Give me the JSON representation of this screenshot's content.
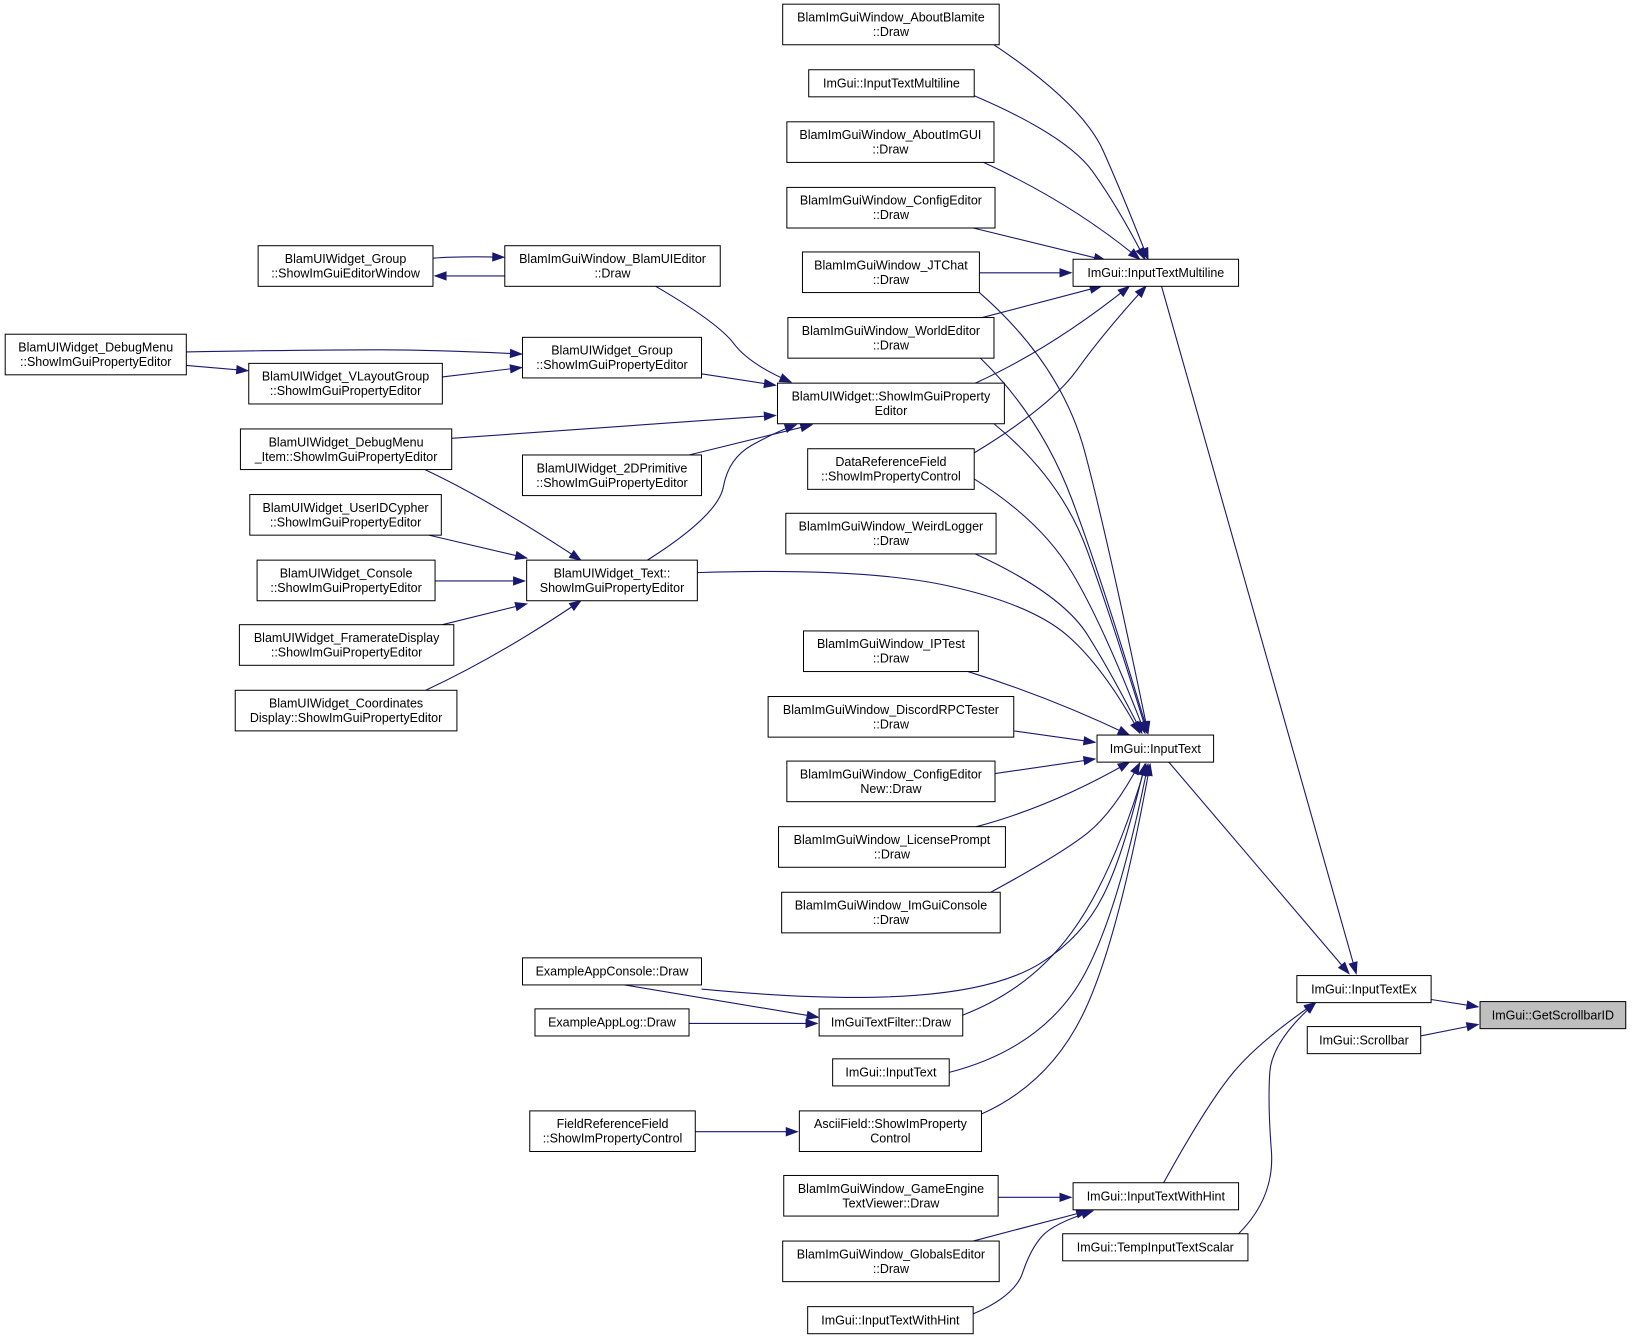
{
  "graph": {
    "kind": "caller graph",
    "edge_color": "#191970",
    "focus_fill": "#bfbfbf",
    "nodes": [
      {
        "id": "getscrollbarid",
        "lines": [
          "ImGui::GetScrollbarID"
        ],
        "focus": true
      },
      {
        "id": "inputtextex",
        "lines": [
          "ImGui::InputTextEx"
        ]
      },
      {
        "id": "scrollbar",
        "lines": [
          "ImGui::Scrollbar"
        ]
      },
      {
        "id": "inputtextmultiline_hub",
        "lines": [
          "ImGui::InputTextMultiline"
        ]
      },
      {
        "id": "inputtext_hub",
        "lines": [
          "ImGui::InputText"
        ]
      },
      {
        "id": "inputtextwithhint_hub",
        "lines": [
          "ImGui::InputTextWithHint"
        ]
      },
      {
        "id": "tempinputtextscalar",
        "lines": [
          "ImGui::TempInputTextScalar"
        ]
      },
      {
        "id": "about_blamite",
        "lines": [
          "BlamImGuiWindow_AboutBlamite",
          "::Draw"
        ]
      },
      {
        "id": "inputtextmultiline_leaf",
        "lines": [
          "ImGui::InputTextMultiline"
        ]
      },
      {
        "id": "about_imgui",
        "lines": [
          "BlamImGuiWindow_AboutImGUI",
          "::Draw"
        ]
      },
      {
        "id": "config_editor",
        "lines": [
          "BlamImGuiWindow_ConfigEditor",
          "::Draw"
        ]
      },
      {
        "id": "jtchat",
        "lines": [
          "BlamImGuiWindow_JTChat",
          "::Draw"
        ]
      },
      {
        "id": "world_editor",
        "lines": [
          "BlamImGuiWindow_WorldEditor",
          "::Draw"
        ]
      },
      {
        "id": "uiwidget_showprop",
        "lines": [
          "BlamUIWidget::ShowImGuiProperty",
          "Editor"
        ]
      },
      {
        "id": "dataref_field",
        "lines": [
          "DataReferenceField",
          "::ShowImPropertyControl"
        ]
      },
      {
        "id": "weird_logger",
        "lines": [
          "BlamImGuiWindow_WeirdLogger",
          "::Draw"
        ]
      },
      {
        "id": "iptest",
        "lines": [
          "BlamImGuiWindow_IPTest",
          "::Draw"
        ]
      },
      {
        "id": "discord_rpc",
        "lines": [
          "BlamImGuiWindow_DiscordRPCTester",
          "::Draw"
        ]
      },
      {
        "id": "config_editor_new",
        "lines": [
          "BlamImGuiWindow_ConfigEditor",
          "New::Draw"
        ]
      },
      {
        "id": "license_prompt",
        "lines": [
          "BlamImGuiWindow_LicensePrompt",
          "::Draw"
        ]
      },
      {
        "id": "imgui_console",
        "lines": [
          "BlamImGuiWindow_ImGuiConsole",
          "::Draw"
        ]
      },
      {
        "id": "example_console",
        "lines": [
          "ExampleAppConsole::Draw"
        ]
      },
      {
        "id": "textfilter_draw",
        "lines": [
          "ImGuiTextFilter::Draw"
        ]
      },
      {
        "id": "example_log",
        "lines": [
          "ExampleAppLog::Draw"
        ]
      },
      {
        "id": "inputtext_leaf",
        "lines": [
          "ImGui::InputText"
        ]
      },
      {
        "id": "ascii_field",
        "lines": [
          "AsciiField::ShowImProperty",
          "Control"
        ]
      },
      {
        "id": "fieldref_field",
        "lines": [
          "FieldReferenceField",
          "::ShowImPropertyControl"
        ]
      },
      {
        "id": "gameengine_text",
        "lines": [
          "BlamImGuiWindow_GameEngine",
          "TextViewer::Draw"
        ]
      },
      {
        "id": "globals_editor",
        "lines": [
          "BlamImGuiWindow_GlobalsEditor",
          "::Draw"
        ]
      },
      {
        "id": "inputtextwithhint_leaf",
        "lines": [
          "ImGui::InputTextWithHint"
        ]
      },
      {
        "id": "uieditor",
        "lines": [
          "BlamImGuiWindow_BlamUIEditor",
          "::Draw"
        ]
      },
      {
        "id": "group_editorwindow",
        "lines": [
          "BlamUIWidget_Group",
          "::ShowImGuiEditorWindow"
        ]
      },
      {
        "id": "group_showprop",
        "lines": [
          "BlamUIWidget_Group",
          "::ShowImGuiPropertyEditor"
        ]
      },
      {
        "id": "debugmenu_showprop",
        "lines": [
          "BlamUIWidget_DebugMenu",
          "::ShowImGuiPropertyEditor"
        ]
      },
      {
        "id": "vlayout_showprop",
        "lines": [
          "BlamUIWidget_VLayoutGroup",
          "::ShowImGuiPropertyEditor"
        ]
      },
      {
        "id": "debugmenu_item_showprop",
        "lines": [
          "BlamUIWidget_DebugMenu",
          "_Item::ShowImGuiPropertyEditor"
        ]
      },
      {
        "id": "prim2d_showprop",
        "lines": [
          "BlamUIWidget_2DPrimitive",
          "::ShowImGuiPropertyEditor"
        ]
      },
      {
        "id": "useridcypher_showprop",
        "lines": [
          "BlamUIWidget_UserIDCypher",
          "::ShowImGuiPropertyEditor"
        ]
      },
      {
        "id": "text_showprop",
        "lines": [
          "BlamUIWidget_Text::",
          "ShowImGuiPropertyEditor"
        ]
      },
      {
        "id": "console_showprop",
        "lines": [
          "BlamUIWidget_Console",
          "::ShowImGuiPropertyEditor"
        ]
      },
      {
        "id": "framerate_showprop",
        "lines": [
          "BlamUIWidget_FramerateDisplay",
          "::ShowImGuiPropertyEditor"
        ]
      },
      {
        "id": "coords_showprop",
        "lines": [
          "BlamUIWidget_Coordinates",
          "Display::ShowImGuiPropertyEditor"
        ]
      }
    ],
    "edges": [
      [
        "inputtextex",
        "getscrollbarid"
      ],
      [
        "scrollbar",
        "getscrollbarid"
      ],
      [
        "inputtextmultiline_hub",
        "inputtextex"
      ],
      [
        "inputtext_hub",
        "inputtextex"
      ],
      [
        "inputtextwithhint_hub",
        "inputtextex"
      ],
      [
        "tempinputtextscalar",
        "inputtextex"
      ],
      [
        "about_blamite",
        "inputtextmultiline_hub"
      ],
      [
        "inputtextmultiline_leaf",
        "inputtextmultiline_hub"
      ],
      [
        "about_imgui",
        "inputtextmultiline_hub"
      ],
      [
        "config_editor",
        "inputtextmultiline_hub"
      ],
      [
        "jtchat",
        "inputtextmultiline_hub"
      ],
      [
        "world_editor",
        "inputtextmultiline_hub"
      ],
      [
        "uiwidget_showprop",
        "inputtextmultiline_hub"
      ],
      [
        "dataref_field",
        "inputtextmultiline_hub"
      ],
      [
        "jtchat",
        "inputtext_hub"
      ],
      [
        "world_editor",
        "inputtext_hub"
      ],
      [
        "uiwidget_showprop",
        "inputtext_hub"
      ],
      [
        "dataref_field",
        "inputtext_hub"
      ],
      [
        "weird_logger",
        "inputtext_hub"
      ],
      [
        "text_showprop",
        "inputtext_hub"
      ],
      [
        "iptest",
        "inputtext_hub"
      ],
      [
        "discord_rpc",
        "inputtext_hub"
      ],
      [
        "config_editor_new",
        "inputtext_hub"
      ],
      [
        "license_prompt",
        "inputtext_hub"
      ],
      [
        "imgui_console",
        "inputtext_hub"
      ],
      [
        "example_console",
        "inputtext_hub"
      ],
      [
        "textfilter_draw",
        "inputtext_hub"
      ],
      [
        "inputtext_leaf",
        "inputtext_hub"
      ],
      [
        "ascii_field",
        "inputtext_hub"
      ],
      [
        "example_console",
        "textfilter_draw"
      ],
      [
        "example_log",
        "textfilter_draw"
      ],
      [
        "fieldref_field",
        "ascii_field"
      ],
      [
        "gameengine_text",
        "inputtextwithhint_hub"
      ],
      [
        "globals_editor",
        "inputtextwithhint_hub"
      ],
      [
        "inputtextwithhint_leaf",
        "inputtextwithhint_hub"
      ],
      [
        "uieditor",
        "uiwidget_showprop"
      ],
      [
        "uieditor",
        "group_editorwindow"
      ],
      [
        "group_editorwindow",
        "uieditor"
      ],
      [
        "group_showprop",
        "uiwidget_showprop"
      ],
      [
        "debugmenu_showprop",
        "group_showprop"
      ],
      [
        "debugmenu_showprop",
        "vlayout_showprop"
      ],
      [
        "vlayout_showprop",
        "group_showprop"
      ],
      [
        "debugmenu_item_showprop",
        "uiwidget_showprop"
      ],
      [
        "prim2d_showprop",
        "uiwidget_showprop"
      ],
      [
        "text_showprop",
        "uiwidget_showprop"
      ],
      [
        "debugmenu_item_showprop",
        "text_showprop"
      ],
      [
        "useridcypher_showprop",
        "text_showprop"
      ],
      [
        "console_showprop",
        "text_showprop"
      ],
      [
        "framerate_showprop",
        "text_showprop"
      ],
      [
        "coords_showprop",
        "text_showprop"
      ]
    ]
  }
}
